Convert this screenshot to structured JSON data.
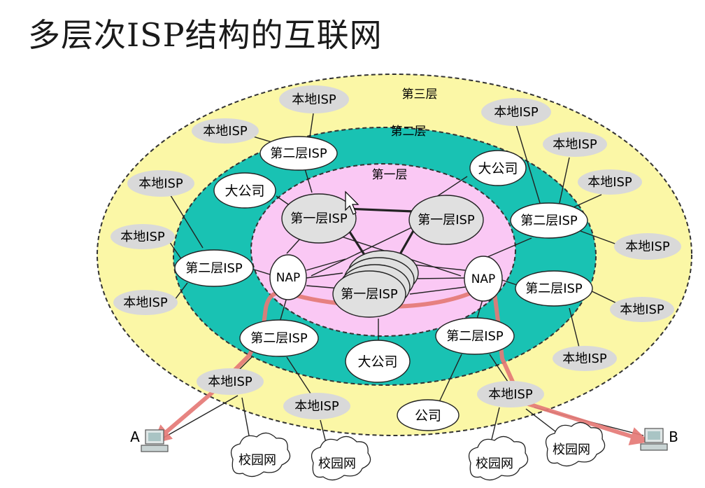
{
  "title": "多层次ISP结构的互联网",
  "layers": {
    "third": "第三层",
    "second": "第二层",
    "first": "第一层"
  },
  "nodes": {
    "local_isp": "本地ISP",
    "tier2_isp": "第二层ISP",
    "tier1_isp": "第一层ISP",
    "nap": "NAP",
    "big_company": "大公司",
    "company": "公司",
    "campus": "校园网",
    "host_a": "A",
    "host_b": "B"
  },
  "colors": {
    "outer_ring": "#fbf7a6",
    "middle_ring": "#19c2b3",
    "inner_ring": "#fac8f4",
    "local_isp_fill": "#d9d9d9",
    "isp_fill": "#e0e0e0",
    "path": "#e57a77"
  }
}
